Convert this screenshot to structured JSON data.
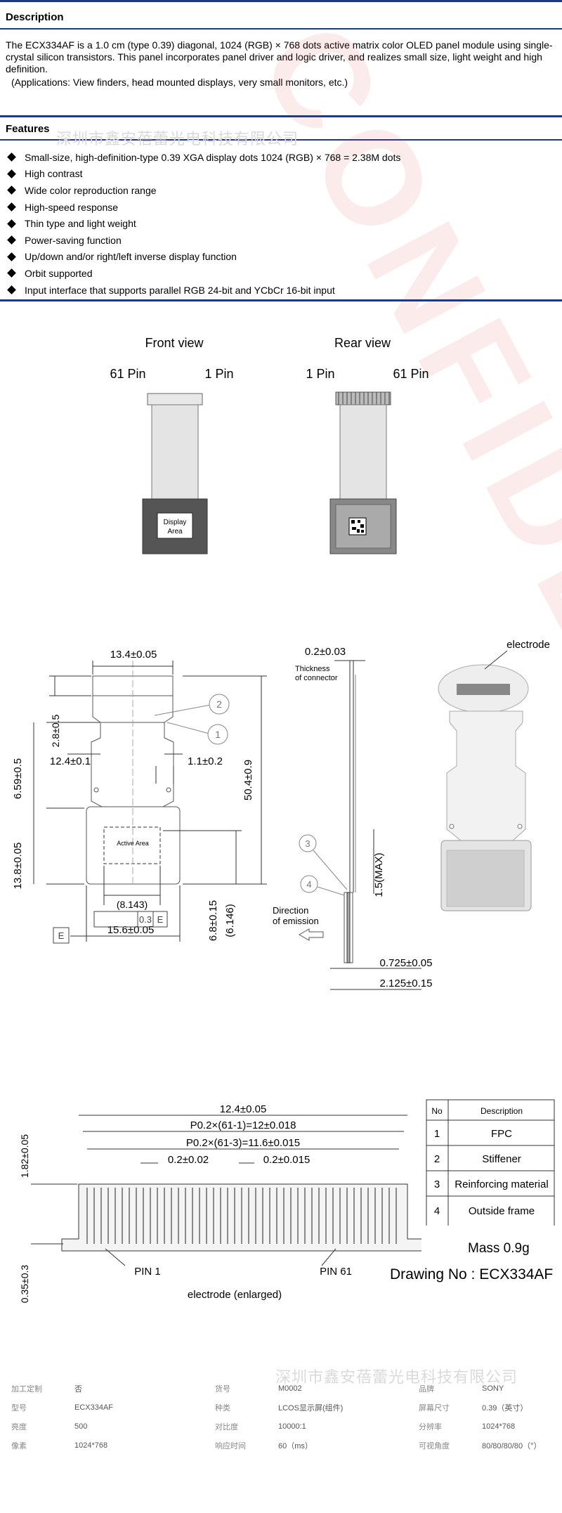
{
  "description": {
    "title": "Description",
    "body": "The ECX334AF is a 1.0 cm (type 0.39) diagonal, 1024 (RGB) × 768 dots active matrix color OLED panel module using single-crystal silicon transistors. This panel incorporates panel driver and logic driver, and realizes small size, light weight and high definition.",
    "applications": "(Applications: View finders, head mounted displays, very small monitors, etc.)"
  },
  "features": {
    "title": "Features",
    "items": [
      "Small-size, high-definition-type 0.39 XGA display dots    1024 (RGB) × 768 = 2.38M dots",
      "High contrast",
      "Wide color reproduction range",
      "High-speed response",
      "Thin type and light weight",
      "Power-saving function",
      "Up/down and/or right/left inverse display function",
      "Orbit supported",
      "Input interface that supports parallel RGB 24-bit and YCbCr 16-bit input"
    ]
  },
  "watermark": {
    "company": "深圳市鑫安蓓蕾光电科技有限公司",
    "confidential": "CONFIDENTIAL"
  },
  "views": {
    "front": {
      "title": "Front view",
      "pin_left": "61 Pin",
      "pin_right": "1 Pin",
      "area_label_1": "Display",
      "area_label_2": "Area"
    },
    "rear": {
      "title": "Rear view",
      "pin_left": "1 Pin",
      "pin_right": "61 Pin"
    }
  },
  "drawing": {
    "dim_width": "13.4±0.05",
    "dim_2_8": "2.8±0.5",
    "dim_12_4": "12.4±0.1",
    "dim_1_1": "1.1±0.2",
    "dim_6_59": "6.59±0.5",
    "dim_50_4": "50.4±0.9",
    "dim_13_8": "13.8±0.05",
    "active_area": "Active Area",
    "dim_8_143": "(8.143)",
    "dim_6_8": "6.8±0.15",
    "dim_6_146": "(6.146)",
    "dim_15_6": "15.6±0.05",
    "datum": "E",
    "flatness": "0.3",
    "thickness_conn": "0.2±0.03",
    "thickness_label_1": "Thickness",
    "thickness_label_2": "of connector",
    "dim_1_5max": "1.5(MAX)",
    "direction_1": "Direction",
    "direction_2": "of emission",
    "dim_0_725": "0.725±0.05",
    "dim_2_125": "2.125±0.15",
    "electrode": "electrode",
    "callouts": [
      "1",
      "2",
      "3",
      "4"
    ]
  },
  "electrode_detail": {
    "dim_12_4": "12.4±0.05",
    "pitch_1": "P0.2×(61-1)=12±0.018",
    "pitch_2": "P0.2×(61-3)=11.6±0.015",
    "dim_0_2a": "0.2±0.02",
    "dim_0_2b": "0.2±0.015",
    "dim_1_82": "1.82±0.05",
    "dim_0_35": "0.35±0.3",
    "pin1": "PIN 1",
    "pin61": "PIN 61",
    "caption": "electrode (enlarged)"
  },
  "parts_table": {
    "headers": [
      "No",
      "Description"
    ],
    "rows": [
      [
        "1",
        "FPC"
      ],
      [
        "2",
        "Stiffener"
      ],
      [
        "3",
        "Reinforcing material"
      ],
      [
        "4",
        "Outside frame"
      ]
    ]
  },
  "mass": "Mass 0.9g",
  "drawing_no": "Drawing No : ECX334AF",
  "specs": [
    [
      "加工定制",
      "否",
      "货号",
      "M0002",
      "品牌",
      "SONY"
    ],
    [
      "型号",
      "ECX334AF",
      "种类",
      "LCOS显示屏(组件)",
      "屏幕尺寸",
      "0.39（英寸）"
    ],
    [
      "亮度",
      "500",
      "对比度",
      "10000:1",
      "分辨率",
      "1024*768"
    ],
    [
      "像素",
      "1024*768",
      "响应时间",
      "60（ms）",
      "可视角度",
      "80/80/80/80（°）"
    ]
  ]
}
